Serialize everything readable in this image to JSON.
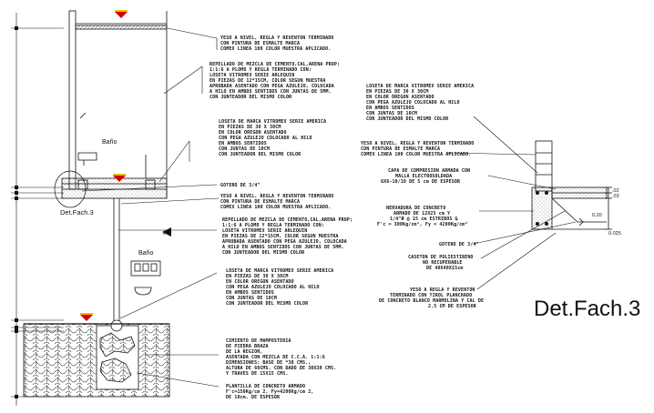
{
  "title": "Det.Fach.3",
  "detail_label": "Det.Fach.3",
  "rooms": [
    "Baño",
    "Baño"
  ],
  "dimensions": [
    ".02",
    ".03",
    "0.20",
    "0.025"
  ],
  "notes_left_upper": [
    [
      "YESO A NIVEL, REGLA Y REVENTON TERMINADO",
      "CON PINTURA DE ESMALTE MARCA",
      "COMEX LINEA 100 COLOR MUESTRA APLICADO."
    ],
    [
      "REPELLADO DE MEZCLA DE CEMENTO,CAL,ARENA PROP;",
      "1:1:6 A PLOMO Y REGLA TERMINADO CON:",
      "LOSETA VITROMEX SERIE ARLEQUIN",
      " EN PIEZAS DE 12*15CM, COLOR SEGUN MUESTRA",
      "APROBADA ASENTADO CON PEGA AZULEJO, COLOCADA",
      "A HILO EN AMBOS SENTIDOS CON JUNTAS DE 5MM.",
      "CON JUNTEADOR DEL MISMO COLOR"
    ],
    [
      "LOSETA DE MARCA VITROMEX SERIE AMERICA",
      "EN PIEZAS DE 30 X 30CM",
      "EN COLOR OREGON ASENTADO",
      "CON PEGA AZULEJO COLOCADO AL HILO",
      "EN AMBOS SENTIDOS",
      "CON JUNTAS DE 10CM",
      "CON JUNTEADOR DEL MISMO COLOR"
    ],
    [
      "GOTERO DE 3/4\""
    ]
  ],
  "notes_left_lower": [
    [
      "YESO A NIVEL, REGLA Y REVENTON TERMINADO",
      "CON PINTURA DE ESMALTE MARCA",
      "COMEX LINEA 100 COLOR MUESTRA APLICADO."
    ],
    [
      "REPELLADO DE MEZCLA DE CEMENTO,CAL,ARENA PROP;",
      "1:1:6 A PLOMO Y REGLA TERMINADO CON:",
      "LOSETA VITROMEX SERIE ARLEQUIN",
      " EN PIEZAS DE 12*15CM, COLOR SEGUN MUESTRA",
      "APROBADA ASENTADO CON PEGA AZULEJO, COLOCADA",
      "A HILO EN AMBOS SENTIDOS CON JUNTAS DE 5MM.",
      "CON JUNTEADOR DEL MISMO COLOR"
    ],
    [
      "LOSETA DE MARCA VITROMEX SERIE AMERICA",
      "EN PIEZAS DE 30 X 30CM",
      "EN COLOR OREGON ASENTADO",
      "CON PEGA AZULEJO COLOCADO AL HILO",
      "EN AMBOS SENTIDOS",
      "CON JUNTAS DE 10CM",
      "CON JUNTEADOR DEL MISMO COLOR"
    ],
    [
      "CIMIENTO DE MAMPOSTERIA",
      "DE PIEDRA BRAZA",
      "DE LA REGION,",
      "ASENTADA CON MEZCLA DE C.C.A. 1:1:6",
      "DIMENSIONES: BASE DE *30 CMS.,",
      "ALTURA DE 60CMS. CON DADO DE 30X30 CMS.",
      "Y TRAVES DE 15X15 CMS."
    ],
    [
      "PLANTILLA DE CONCRETO ARMADO",
      "F'c=150Kg/cm 2, Fy=4200Kg/cm 2,",
      "DE 10cm. DE ESPESOR"
    ]
  ],
  "notes_right": [
    [
      "LOSETA DE MARCA VITROMEX SERIE AMERICA",
      "EN PIEZAS DE 30 X 30CM",
      "EN COLOR OREGON ASENTADO",
      "CON PEGA AZULEJO COLOCADO AL HILO",
      "EN AMBOS SENTIDOS",
      "CON JUNTAS DE 10CM",
      "CON JUNTEADOR DEL MISMO COLOR"
    ],
    [
      "YESO A NIVEL, REGLA Y REVENTON TERMINADO",
      "CON PINTURA DE ESMALTE MARCA",
      "COMEX LINEA 100 COLOR MUESTRA APLICADO."
    ],
    [
      "CAPA DE COMPRESION ARMADA CON",
      "MALLA ELECTROSOLDADA",
      "6X6-10/10 DE 5 cm DE ESPESOR"
    ],
    [
      "NERVADURA DE CONCRETO",
      "ARMADO DE 12X25 cm Y",
      "1/4\"Ø @ 15 cm ESTRIBOS &",
      "F'c = 300Kg/cm², Fy = 4200Kg/cm²"
    ],
    [
      "GOTERO DE 3/4\""
    ],
    [
      "CASETON DE POLIESTIRENO",
      "NO RECUPERABLE",
      "DE 40X40X15cm"
    ],
    [
      "YESO A REGLA Y REVENTON",
      "TERMINADO CON TIROL PLANCHADO",
      "DE CONCRETO BLANCO MARMOLINA Y CAL DE",
      "2.5 CM DE ESPESOR"
    ]
  ]
}
